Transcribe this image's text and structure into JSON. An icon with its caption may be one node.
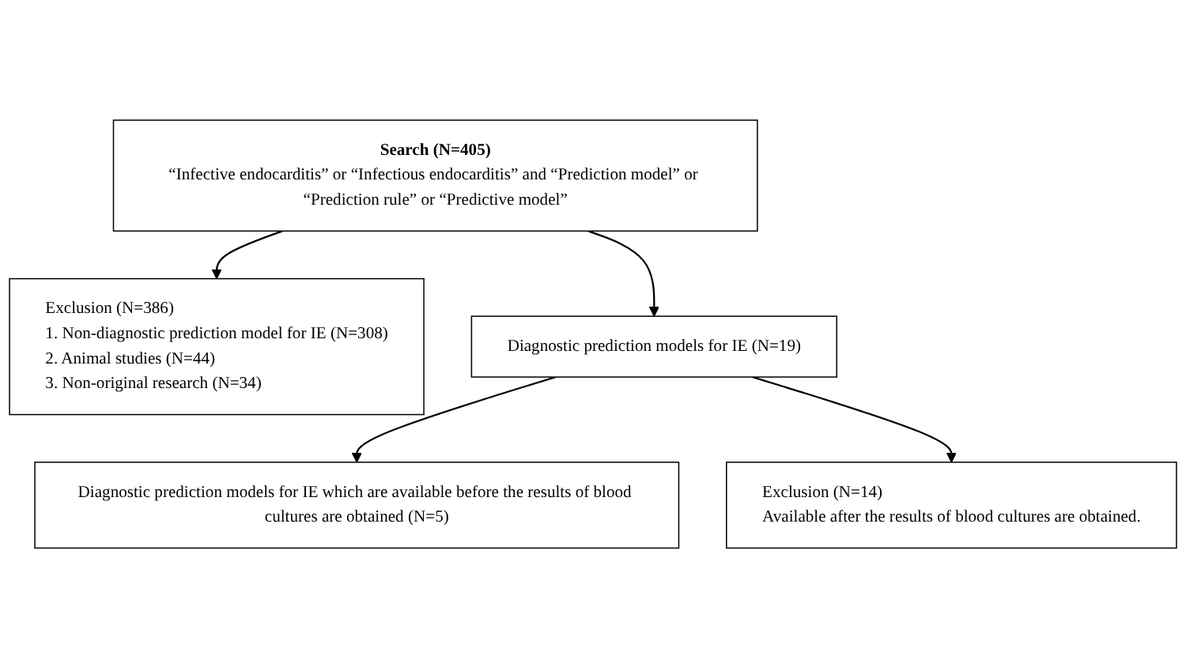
{
  "diagram": {
    "nodes": [
      {
        "text": [
          "Search (N=405)",
          "“Infective endocarditis” or “Infectious endocarditis” and “Prediction model” or “Prediction rule” or “Predictive model”"
        ]
      },
      {
        "text": [
          "Exclusion (N=386)",
          "1. Non-diagnostic prediction model for IE (N=308)",
          "2. Animal studies (N=44)",
          "3. Non-original research (N=34)"
        ]
      },
      {
        "text": [
          "Diagnostic prediction models for IE (N=19)"
        ]
      },
      {
        "text": [
          "Exclusion (N=14)",
          "Available after the results of blood cultures are obtained."
        ]
      },
      {
        "text": [
          "Diagnostic prediction models for IE which are available before the results of blood cultures are obtained (N=5)"
        ]
      }
    ],
    "edges": [
      {
        "from": 0,
        "to": 2,
        "arrow": "to"
      },
      {
        "from": 0,
        "to": 1,
        "arrow": "to"
      },
      {
        "from": 2,
        "to": 4,
        "arrow": "to"
      },
      {
        "from": 2,
        "to": 3,
        "arrow": "to"
      }
    ]
  }
}
